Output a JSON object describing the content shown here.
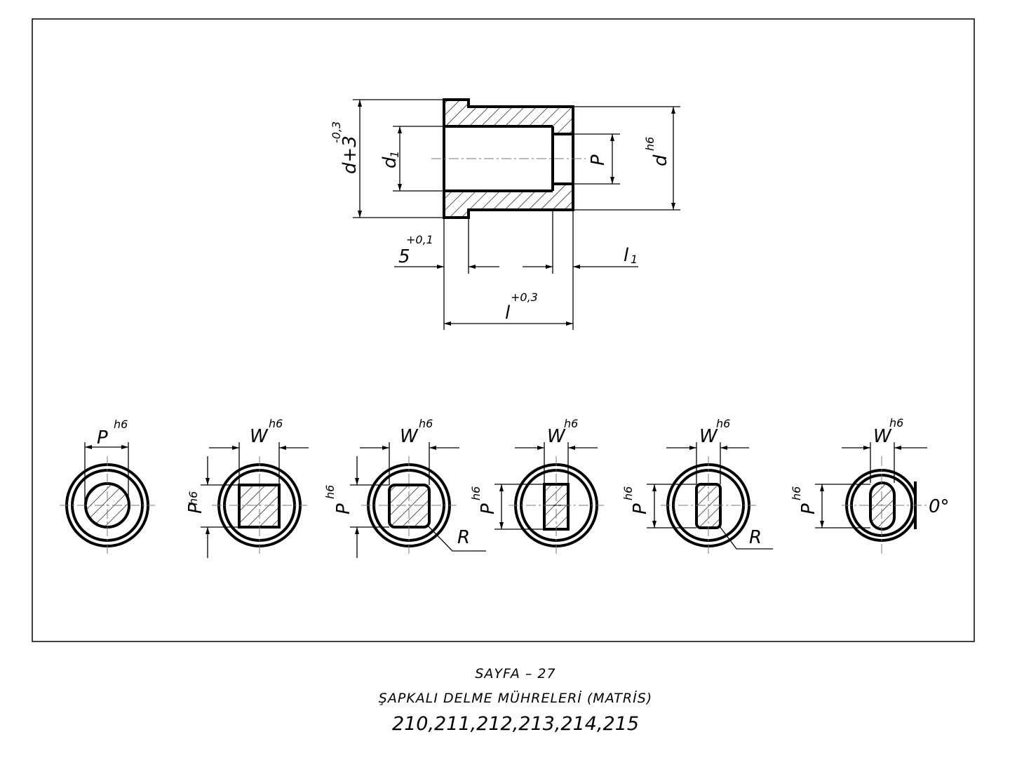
{
  "main_view": {
    "d_plus_3": "d+3",
    "d_plus_3_tol": "-0,3",
    "d1_base": "d",
    "d1_sub": "1",
    "p_label": "P",
    "d_h6_base": "d",
    "d_h6_tol": "h6",
    "flange_len": "5",
    "flange_len_tol": "+0,1",
    "l1_base": "l",
    "l1_sub": "1",
    "l_label": "l",
    "l_tol": "+0,3"
  },
  "section_views": [
    {
      "shape": "round",
      "w_label": "P",
      "w_tol": "h6"
    },
    {
      "shape": "square",
      "w_label": "W",
      "w_tol": "h6",
      "p_label": "P",
      "p_tol": "h6"
    },
    {
      "shape": "rounded-square",
      "w_label": "W",
      "w_tol": "h6",
      "p_label": "P",
      "p_tol": "h6",
      "r_label": "R"
    },
    {
      "shape": "rectangle",
      "w_label": "W",
      "w_tol": "h6",
      "p_label": "P",
      "p_tol": "h6"
    },
    {
      "shape": "rounded-rectangle",
      "w_label": "W",
      "w_tol": "h6",
      "p_label": "P",
      "p_tol": "h6",
      "r_label": "R"
    },
    {
      "shape": "obround",
      "w_label": "W",
      "w_tol": "h6",
      "p_label": "P",
      "p_tol": "h6",
      "angle_label": "0°"
    }
  ],
  "caption": {
    "page": "SAYFA – 27",
    "title": "ŞAPKALI DELME MÜHRELERİ (MATRİS)",
    "codes": "210,211,212,213,214,215"
  }
}
